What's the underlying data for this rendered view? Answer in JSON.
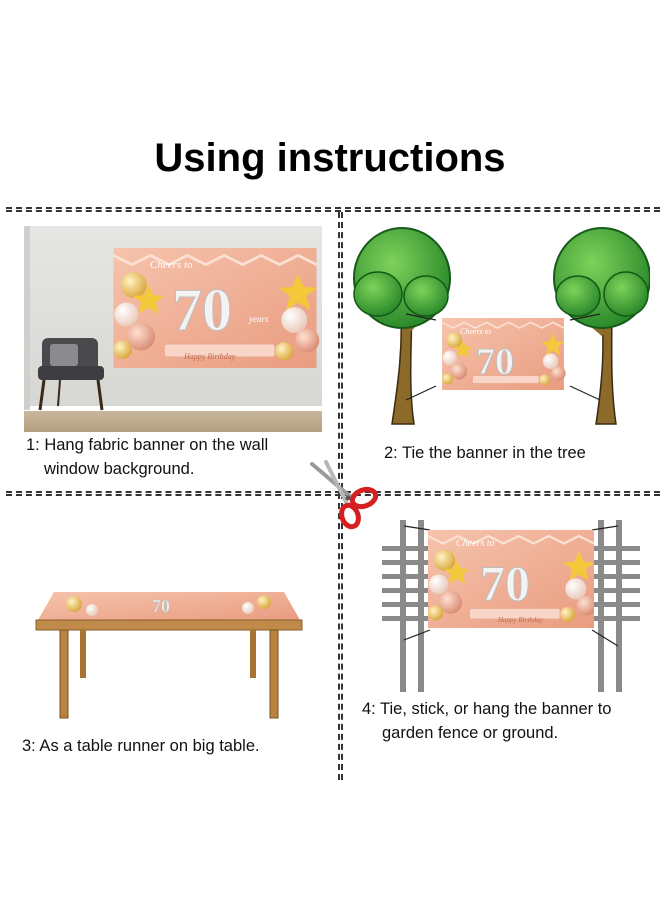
{
  "title": "Using instructions",
  "banner": {
    "script_top": "Cheers to",
    "number": "70",
    "years": "years",
    "ribbon": "Happy Birthday"
  },
  "steps": [
    {
      "line1": "1: Hang fabric banner on the wall",
      "line2": "window background."
    },
    {
      "line1": "2: Tie the banner in the tree",
      "line2": ""
    },
    {
      "line1": "3: As a table runner on big table.",
      "line2": ""
    },
    {
      "line1": "4: Tie, stick, or hang the banner to",
      "line2": "garden fence or ground."
    }
  ],
  "colors": {
    "banner": "#f2b49a",
    "banner_dark": "#e59a7f",
    "tree_green": "#2f9a2b",
    "trunk": "#8b6a2a",
    "table_wood": "#c08a4a",
    "fence": "#8a8a8a",
    "scissors_red": "#d42020"
  }
}
